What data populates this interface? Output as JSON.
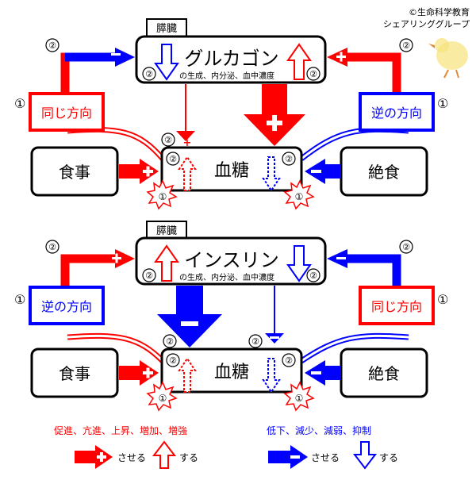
{
  "credit": {
    "line1": "©生命科学教育",
    "line2": "シェアリンググループ"
  },
  "top": {
    "organ": "膵臓",
    "hormone": "グルカゴン",
    "subtitle": "の生成、内分泌、血中濃度",
    "left_relation": "同じ方向",
    "right_relation": "逆の方向",
    "center": "血糖",
    "left_box": "食事",
    "right_box": "絶食"
  },
  "bottom": {
    "organ": "膵臓",
    "hormone": "インスリン",
    "subtitle": "の生成、内分泌、血中濃度",
    "left_relation": "逆の方向",
    "right_relation": "同じ方向",
    "center": "血糖",
    "left_box": "食事",
    "right_box": "絶食"
  },
  "markers": {
    "one": "①",
    "two": "②",
    "plus": "+",
    "minus": "−"
  },
  "legend": {
    "promote_words": "促進、亢進、上昇、増加、増強",
    "suppress_words": "低下、減少、減弱、抑制",
    "plus_cause": "させる",
    "up_do": "する",
    "minus_cause": "させる",
    "down_do": "する"
  },
  "colors": {
    "red": "#ff0000",
    "blue": "#0000ff"
  }
}
